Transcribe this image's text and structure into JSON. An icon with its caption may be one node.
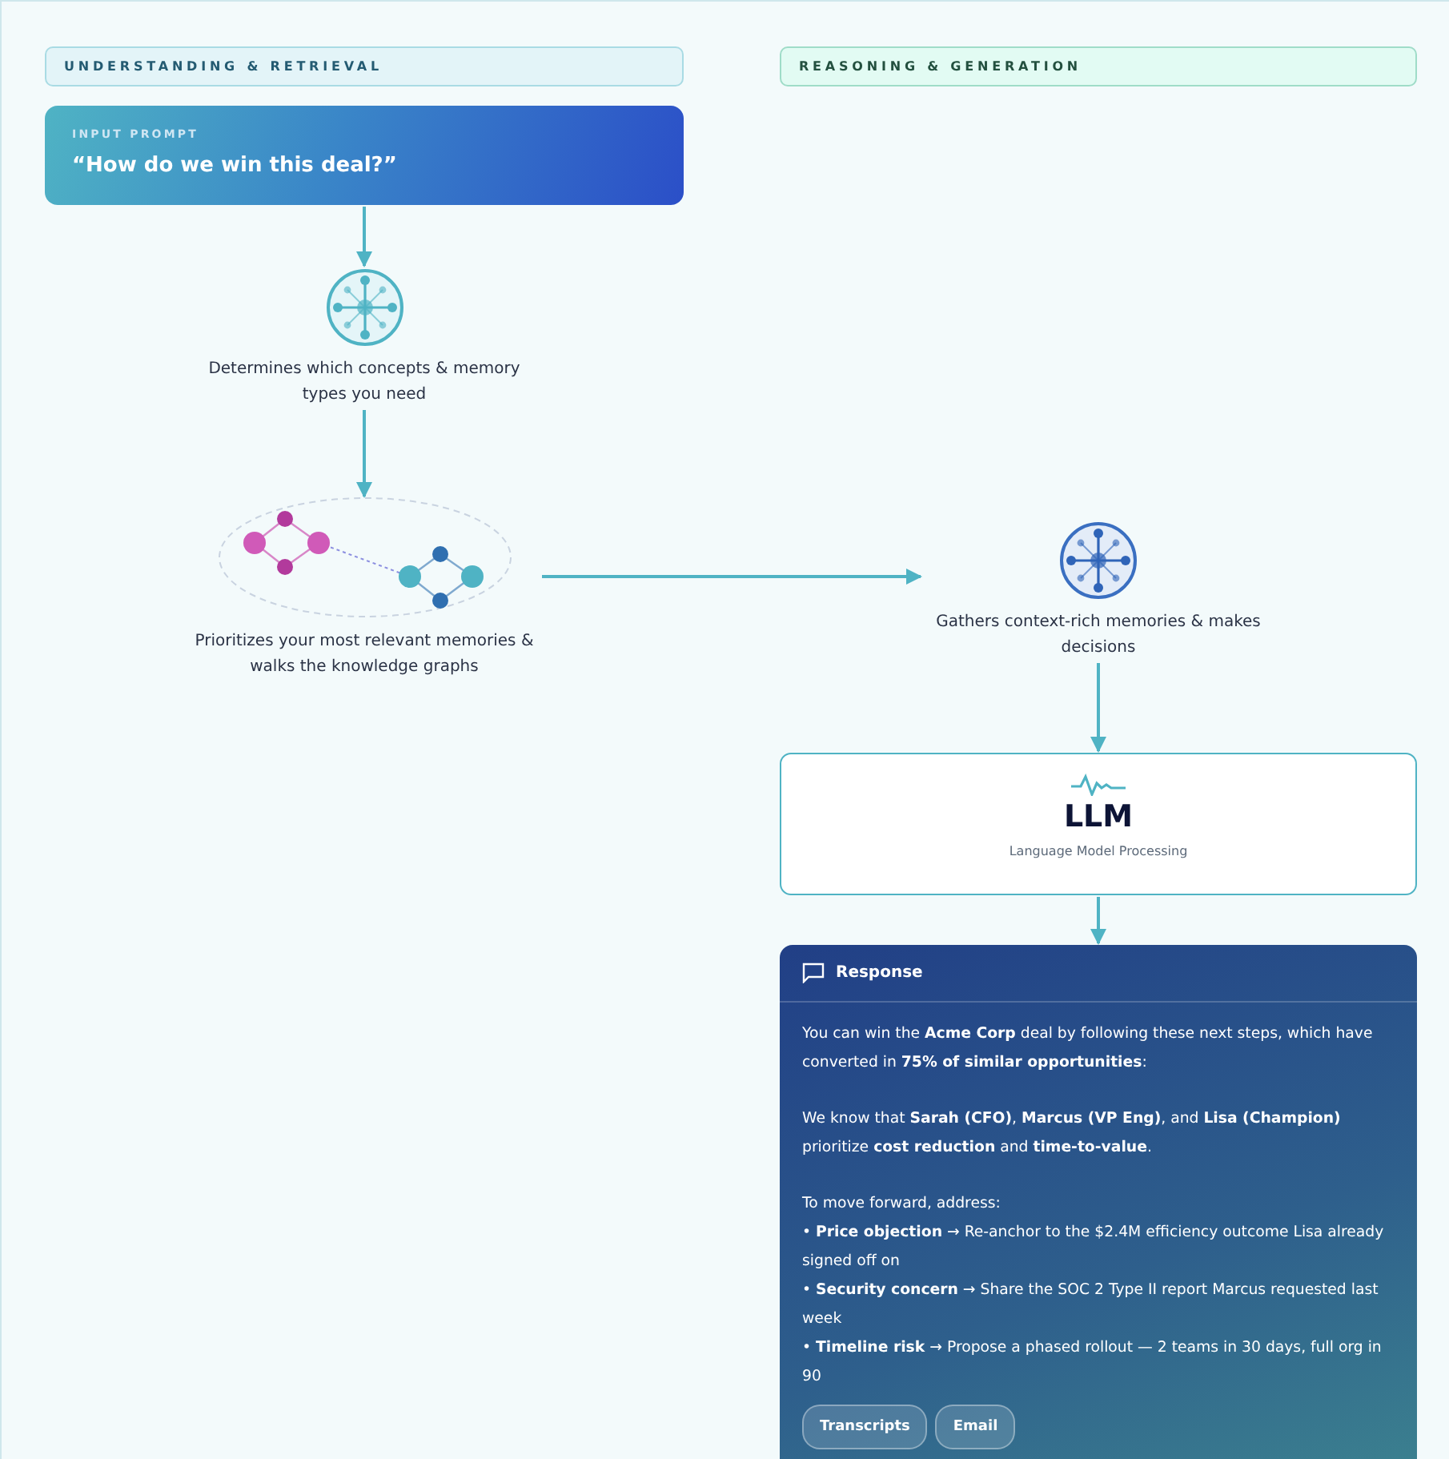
{
  "diagram": {
    "nodes": [
      {
        "text": [
          "UNDERSTANDING & RETRIEVAL"
        ]
      },
      {
        "text": [
          "INPUT PROMPT",
          "“How do we win this deal?”"
        ]
      },
      {
        "text": [],
        "shape": "circle",
        "beside": [
          "Determines which concepts & memory types you need"
        ]
      },
      {
        "text": [],
        "shape": "picture",
        "beside": [
          "Prioritizes your most relevant memories & walks the knowledge graphs"
        ]
      },
      {
        "text": [
          "REASONING & GENERATION"
        ]
      },
      {
        "text": [],
        "shape": "circle",
        "beside": [
          "Gathers context-rich memories & makes decisions"
        ]
      },
      {
        "text": [
          "LLM",
          "Language Model Processing"
        ]
      },
      {
        "text": [
          "Response",
          "You can win the **Acme Corp** deal by following these next steps, which have converted in **75% of similar opportunities**:",
          "We know that **Sarah (CFO)**, **Marcus (VP Eng)**, and **Lisa (Champion)** prioritize **cost reduction** and **time-to-value**.",
          "To move forward, address:",
          "• **Price objection** → Re-anchor to the $2.4M efficiency outcome Lisa already signed off on",
          "• **Security concern** → Share the SOC 2 Type II report Marcus requested last week",
          "• **Timeline risk** → Propose a phased rollout — 2 teams in 30 days, full org in 90",
          "Transcripts",
          "Email"
        ]
      }
    ],
    "edges": [
      {
        "from": 1,
        "to": 2,
        "arrow": "to"
      },
      {
        "from": 2,
        "to": 3,
        "arrow": "to"
      },
      {
        "from": 3,
        "to": 5,
        "arrow": "to"
      },
      {
        "from": 5,
        "to": 6,
        "arrow": "to"
      },
      {
        "from": 6,
        "to": 7,
        "arrow": "to"
      }
    ]
  }
}
